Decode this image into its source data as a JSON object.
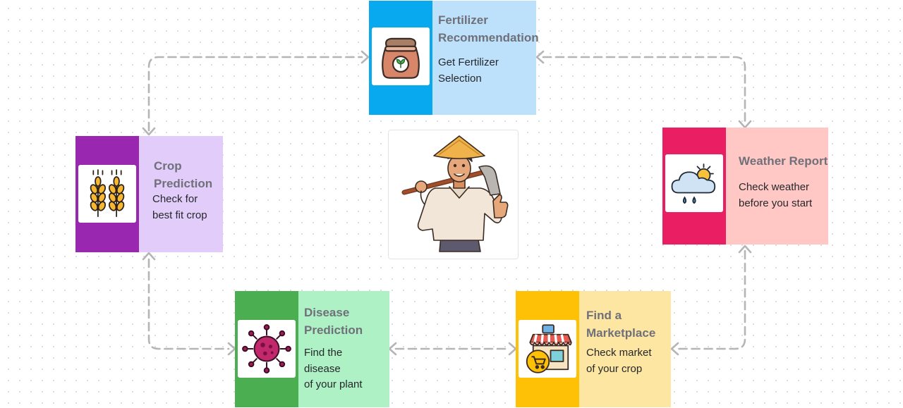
{
  "diagram": {
    "colors": {
      "connector": "#b5b5b8",
      "frame": "#ffffff"
    },
    "cards": {
      "fertilizer": {
        "title": "Fertilizer\nRecommendation",
        "description": "Get Fertilizer\nSelection",
        "accent": "#08a9ee",
        "fill": "#bde1fb",
        "icon": "fertilizer-sack-icon"
      },
      "crop": {
        "title": "Crop\nPrediction",
        "description": "Check for\nbest fit crop",
        "accent": "#9a27af",
        "fill": "#e2cdfa",
        "icon": "wheat-icon"
      },
      "weather": {
        "title": "Weather Report",
        "description": "Check weather\n before you start",
        "accent": "#ea1e63",
        "fill": "#ffc8c4",
        "icon": "weather-cloud-sun-icon"
      },
      "disease": {
        "title": "Disease\nPrediction",
        "description": "Find the\ndisease\nof your plant",
        "accent": "#4bae50",
        "fill": "#adf1c5",
        "icon": "virus-icon"
      },
      "market": {
        "title": "Find a\nMarketplace",
        "description": "Check market\nof your crop",
        "accent": "#fec106",
        "fill": "#fde6a1",
        "icon": "market-stall-icon"
      }
    },
    "center": {
      "icon": "farmer-illustration"
    }
  }
}
